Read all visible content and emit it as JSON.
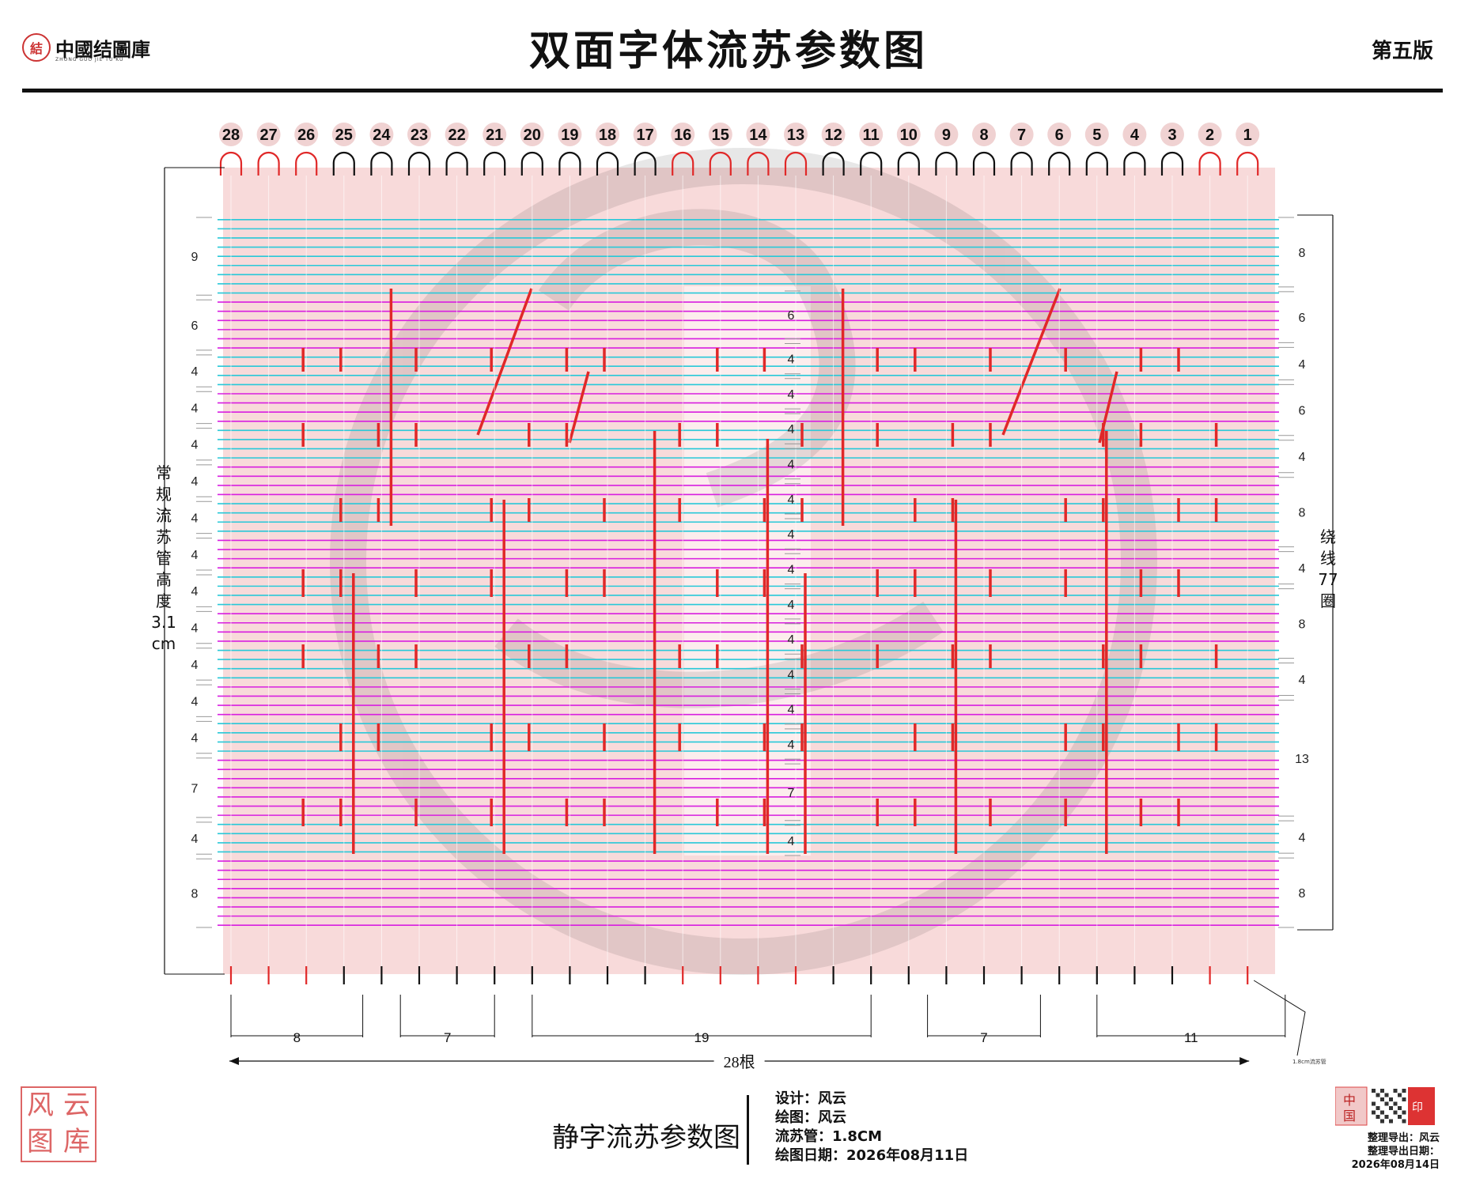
{
  "header": {
    "logo_text": "中國结圖庫",
    "logo_subtext": "ZHONG GUO JIE TU KU",
    "title": "双面字体流苏参数图",
    "edition": "第五版"
  },
  "colors": {
    "red": "#e02828",
    "magenta": "#d81ee0",
    "cyan": "#28c8d8",
    "pink_bg": "#f8dada",
    "gray_line": "#999999"
  },
  "tube_numbers": [
    "28",
    "27",
    "26",
    "25",
    "24",
    "23",
    "22",
    "21",
    "20",
    "19",
    "18",
    "17",
    "16",
    "15",
    "14",
    "13",
    "12",
    "11",
    "10",
    "9",
    "8",
    "7",
    "6",
    "5",
    "4",
    "3",
    "2",
    "1"
  ],
  "red_tubes": [
    "28",
    "27",
    "26",
    "16",
    "15",
    "14",
    "13",
    "2",
    "1"
  ],
  "left_segments": [
    "9",
    "6",
    "4",
    "4",
    "4",
    "4",
    "4",
    "4",
    "4",
    "4",
    "4",
    "4",
    "4",
    "7",
    "4",
    "8"
  ],
  "middle_segments": [
    "6",
    "4",
    "4",
    "4",
    "4",
    "4",
    "4",
    "4",
    "4",
    "4",
    "4",
    "4",
    "4",
    "7",
    "4"
  ],
  "right_segments": [
    "8",
    "6",
    "4",
    "6",
    "4",
    "8",
    "4",
    "8",
    "4",
    "13",
    "4",
    "8"
  ],
  "left_label_chars": [
    "常",
    "规",
    "流",
    "苏",
    "管",
    "高",
    "度",
    "3.1",
    "cm"
  ],
  "right_label_chars": [
    "绕",
    "线",
    "77",
    "圈"
  ],
  "bottom_groups": [
    "8",
    "7",
    "19",
    "7",
    "11"
  ],
  "total_label": "28根",
  "tube_note": "1.8cm流苏管",
  "footer": {
    "title": "静字流苏参数图",
    "designer": "设计：风云",
    "drawer": "绘图：风云",
    "tube": "流苏管：1.8CM",
    "date": "绘图日期：2026年08月11日",
    "export_by": "整理导出：风云",
    "export_date_label": "整理导出日期：",
    "export_date": "2026年08月14日"
  },
  "seal_chars": [
    "风",
    "云",
    "图",
    "库"
  ],
  "qr_seal_chars": [
    "中",
    "国"
  ]
}
